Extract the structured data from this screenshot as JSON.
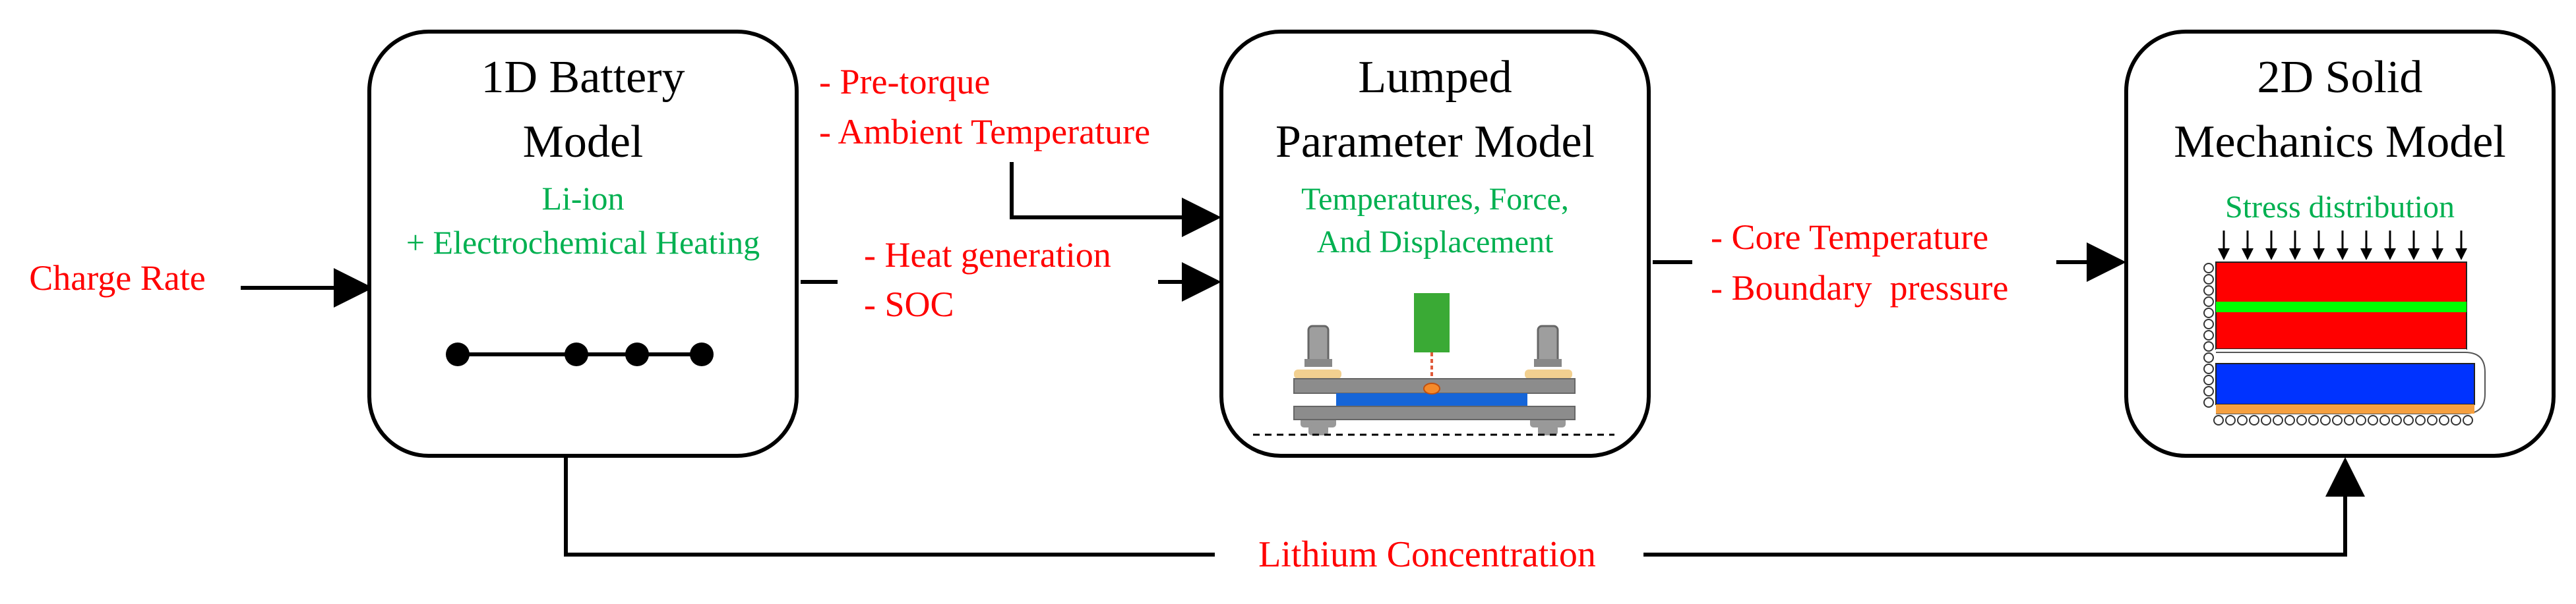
{
  "input_label": "Charge Rate",
  "box_battery": {
    "title_line1": "1D Battery",
    "title_line2": "Model",
    "sub_line1": "Li-ion",
    "sub_line2": "+ Electrochemical Heating"
  },
  "box_lumped": {
    "title_line1": "Lumped",
    "title_line2": "Parameter Model",
    "sub_line1": "Temperatures, Force,",
    "sub_line2": "And Displacement"
  },
  "box_mechanics": {
    "title_line1": "2D Solid",
    "title_line2": "Mechanics Model",
    "sub_line1": "Stress distribution"
  },
  "link_lumped_inputs": {
    "line1": "- Pre-torque",
    "line2": "- Ambient Temperature"
  },
  "link_battery_to_lumped": {
    "line1": "- Heat generation",
    "line2": "- SOC"
  },
  "link_lumped_to_mechanics": {
    "line1": "- Core Temperature",
    "line2": "- Boundary  pressure"
  },
  "link_bottom": "Lithium Concentration",
  "colors": {
    "text_red": "#ff0000",
    "text_green": "#00b050",
    "stroke": "#000000",
    "layer_red": "#ff0000",
    "layer_green": "#00ff00",
    "layer_blue": "#0033ff",
    "layer_orange": "#f5a040"
  }
}
